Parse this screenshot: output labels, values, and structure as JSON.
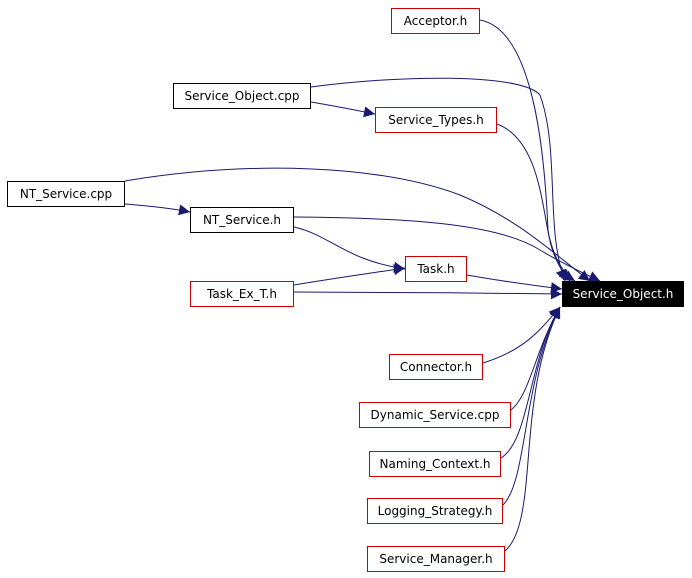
{
  "diagram": {
    "edge_color": "#191970",
    "link_border_color": "#cc0000",
    "focus_node": {
      "id": "service_object_h",
      "label": "Service_Object.h",
      "fill": "#000000",
      "text_color": "#ffffff"
    },
    "nodes": [
      {
        "id": "acceptor_h",
        "label": "Acceptor.h",
        "style": "red"
      },
      {
        "id": "service_object_cpp",
        "label": "Service_Object.cpp",
        "style": "black"
      },
      {
        "id": "service_types_h",
        "label": "Service_Types.h",
        "style": "red"
      },
      {
        "id": "nt_service_cpp",
        "label": "NT_Service.cpp",
        "style": "black"
      },
      {
        "id": "nt_service_h",
        "label": "NT_Service.h",
        "style": "black"
      },
      {
        "id": "task_h",
        "label": "Task.h",
        "style": "red"
      },
      {
        "id": "task_ex_t_h",
        "label": "Task_Ex_T.h",
        "style": "red"
      },
      {
        "id": "connector_h",
        "label": "Connector.h",
        "style": "red"
      },
      {
        "id": "dynamic_service_cpp",
        "label": "Dynamic_Service.cpp",
        "style": "red"
      },
      {
        "id": "naming_context_h",
        "label": "Naming_Context.h",
        "style": "red"
      },
      {
        "id": "logging_strategy_h",
        "label": "Logging_Strategy.h",
        "style": "red"
      },
      {
        "id": "service_manager_h",
        "label": "Service_Manager.h",
        "style": "red"
      }
    ],
    "edges": [
      {
        "from": "acceptor_h",
        "to": "service_object_h"
      },
      {
        "from": "service_object_cpp",
        "to": "service_object_h"
      },
      {
        "from": "service_object_cpp",
        "to": "service_types_h"
      },
      {
        "from": "service_types_h",
        "to": "service_object_h"
      },
      {
        "from": "nt_service_cpp",
        "to": "service_object_h"
      },
      {
        "from": "nt_service_cpp",
        "to": "nt_service_h"
      },
      {
        "from": "nt_service_h",
        "to": "service_object_h"
      },
      {
        "from": "nt_service_h",
        "to": "task_h"
      },
      {
        "from": "task_ex_t_h",
        "to": "task_h"
      },
      {
        "from": "task_h",
        "to": "service_object_h"
      },
      {
        "from": "task_ex_t_h",
        "to": "service_object_h"
      },
      {
        "from": "connector_h",
        "to": "service_object_h"
      },
      {
        "from": "dynamic_service_cpp",
        "to": "service_object_h"
      },
      {
        "from": "naming_context_h",
        "to": "service_object_h"
      },
      {
        "from": "logging_strategy_h",
        "to": "service_object_h"
      },
      {
        "from": "service_manager_h",
        "to": "service_object_h"
      }
    ]
  }
}
